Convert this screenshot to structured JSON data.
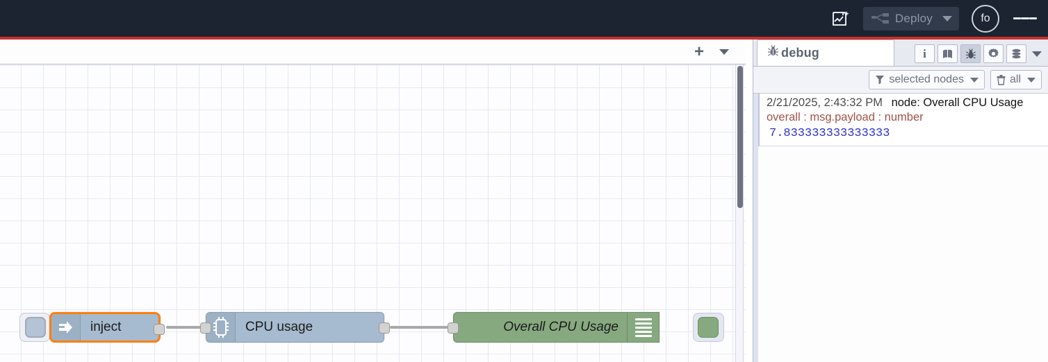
{
  "header": {
    "ai_flow_icon": "flow-sparkle-icon",
    "deploy": {
      "label": "Deploy",
      "icon": "deploy-nodes-icon",
      "caret": "chevron-down-icon",
      "enabled": false
    },
    "avatar": {
      "initials": "fo",
      "name": "user-avatar"
    },
    "menu_icon": "hamburger-menu-icon",
    "background": "#1c2431",
    "accent_color": "#c9302c"
  },
  "workspace": {
    "tabbar": {
      "add_label": "+",
      "add_icon": "plus-icon",
      "menu_icon": "chevron-down-icon",
      "tabs": []
    },
    "canvas": {
      "grid_size": 32,
      "grid_color": "#e6e8f2",
      "background": "#fdfdff"
    },
    "nodes": [
      {
        "id": "inject",
        "label": "inject",
        "type": "inject",
        "icon": "arrow-right-icon",
        "color": "#a6bbcf",
        "selected": true,
        "selection_color": "#ff7f0e"
      },
      {
        "id": "cpu-usage",
        "label": "CPU usage",
        "type": "cpu",
        "icon": "cpu-chip-icon",
        "color": "#a6bbcf",
        "selected": false
      },
      {
        "id": "overall-cpu-usage",
        "label": "Overall CPU Usage",
        "type": "debug",
        "icon": "debug-lines-icon",
        "color": "#87a980",
        "selected": false,
        "active": true
      }
    ]
  },
  "sidebar": {
    "tab": {
      "label": "debug",
      "icon": "bug-icon"
    },
    "tab_icons": [
      {
        "name": "info-icon",
        "glyph": "i",
        "active": false
      },
      {
        "name": "help-book-icon",
        "glyph": "book",
        "active": false
      },
      {
        "name": "debug-bug-icon",
        "glyph": "bug",
        "active": true
      },
      {
        "name": "config-gear-icon",
        "glyph": "gear",
        "active": false
      },
      {
        "name": "context-data-icon",
        "glyph": "stack",
        "active": false
      }
    ],
    "tab_icons_caret": "chevron-down-icon",
    "filters": [
      {
        "name": "filter-selected-nodes",
        "label": "selected nodes",
        "icon": "funnel-icon",
        "caret": "chevron-down-icon"
      },
      {
        "name": "clear-all",
        "label": "all",
        "icon": "trash-icon",
        "caret": "chevron-down-icon"
      }
    ],
    "messages": [
      {
        "timestamp": "2/21/2025, 2:43:32 PM",
        "source": "node: Overall CPU Usage",
        "meta": "overall : msg.payload : number",
        "value": "7.833333333333333",
        "value_color": "#2c32c8",
        "meta_color": "#a0524a"
      }
    ]
  }
}
